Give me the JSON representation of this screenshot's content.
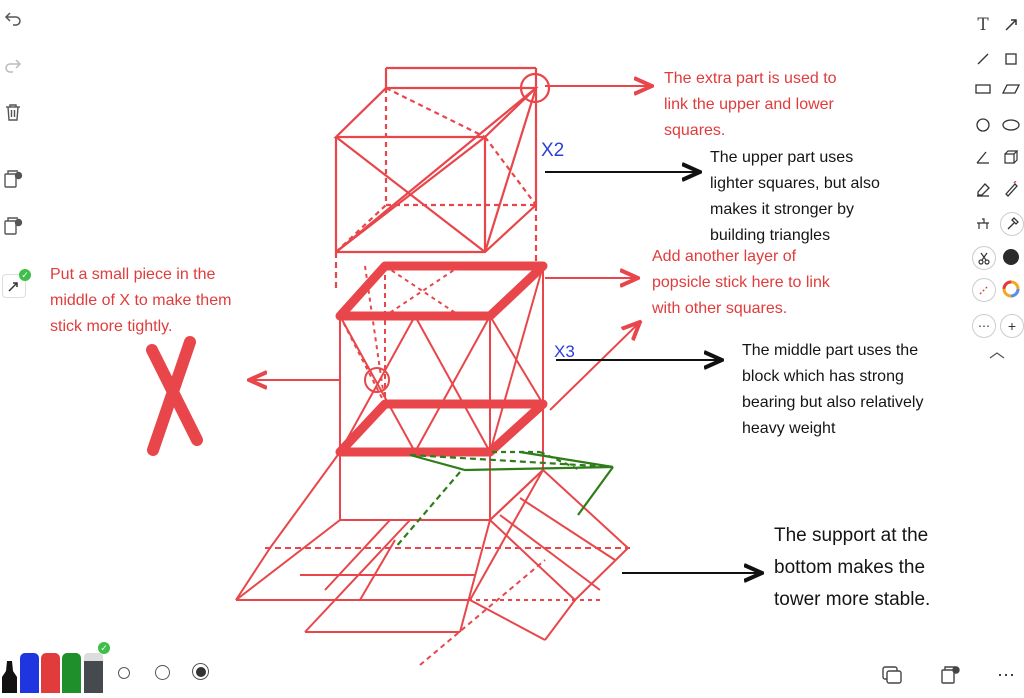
{
  "annotations": {
    "extra_part": [
      "The extra part is used to",
      "link the upper and lower",
      "squares."
    ],
    "upper_part": [
      "The upper part uses",
      "lighter squares, but also",
      "makes it stronger by",
      "building triangles"
    ],
    "add_layer": [
      "Add another layer of",
      "popsicle stick here to link",
      "with other squares."
    ],
    "middle_part": [
      "The middle part uses the",
      "block which has strong",
      "bearing but also relatively",
      "heavy weight"
    ],
    "small_piece": [
      "Put a small piece in the",
      "middle of X to make them",
      "stick more tightly."
    ],
    "support": [
      "The support at the",
      "bottom makes the",
      "tower more stable."
    ],
    "x2_label": "X2",
    "x3_label": "X3"
  },
  "toolbar_left": {
    "icons": [
      "undo-icon",
      "redo-icon",
      "trash-icon",
      "add-page-icon",
      "remove-page-icon",
      "laser-pointer-icon"
    ]
  },
  "toolbar_right": {
    "icons": [
      "text-tool-icon",
      "arrow-tool-icon",
      "line-tool-icon",
      "square-tool-icon",
      "rectangle-tool-icon",
      "parallelogram-tool-icon",
      "circle-tool-icon",
      "ellipse-tool-icon",
      "angle-tool-icon",
      "cube-tool-icon",
      "eraser-icon",
      "pencil-icon",
      "ruler-icon",
      "hammer-icon",
      "scissors-icon",
      "fill-color-icon",
      "lasso-icon",
      "color-wheel-icon",
      "more-icon",
      "add-icon",
      "collapse-icon"
    ]
  },
  "palette": {
    "pens": [
      {
        "name": "black",
        "color": "#111111"
      },
      {
        "name": "blue",
        "color": "#1e35e0"
      },
      {
        "name": "red",
        "color": "#e13b3b"
      },
      {
        "name": "green",
        "color": "#1f8f2b"
      },
      {
        "name": "dark-gray",
        "color": "#454a4f"
      }
    ],
    "stroke_sizes": [
      "small",
      "medium",
      "large"
    ],
    "selected_size": "large"
  },
  "colors": {
    "ink_red": "#e8464a",
    "ink_green": "#2f7d1a",
    "ink_black": "#111111",
    "ink_blue": "#2b3fd8"
  }
}
